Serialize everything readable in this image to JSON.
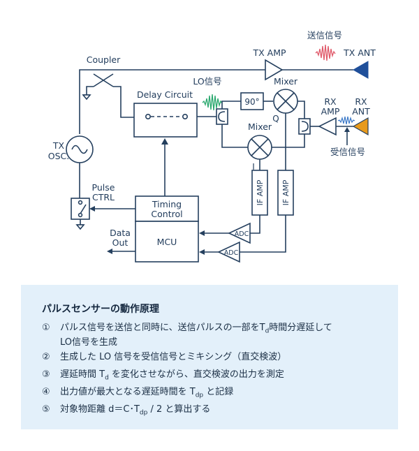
{
  "diagram": {
    "coupler": "Coupler",
    "tx_amp": "TX AMP",
    "tx_ant": "TX ANT",
    "tx_signal": "送信信号",
    "lo_signal": "LO信号",
    "delay_circuit": "Delay Circuit",
    "phase_90": "90°",
    "mixer_q": "Mixer",
    "q_label": "Q",
    "mixer_i": "Mixer",
    "i_label": "I",
    "rx_amp_1": "RX",
    "rx_amp_2": "AMP",
    "rx_ant_1": "RX",
    "rx_ant_2": "ANT",
    "rx_signal": "受信信号",
    "tx_osc_1": "TX",
    "tx_osc_2": "OSC.",
    "pulse_ctrl_1": "Pulse",
    "pulse_ctrl_2": "CTRL",
    "timing_1": "Timing",
    "timing_2": "Control",
    "mcu": "MCU",
    "data_out_1": "Data",
    "data_out_2": "Out",
    "if_amp_i": "IF AMP",
    "if_amp_q": "IF AMP",
    "adc_1": "ADC",
    "adc_2": "ADC"
  },
  "info": {
    "title": "パルスセンサーの動作原理",
    "steps": [
      {
        "num": "①",
        "line1": "パルス信号を送信と同時に、送信パルスの一部をT",
        "sub1": "d",
        "line1b": "時間分遅延して",
        "line2": "LO信号を生成"
      },
      {
        "num": "②",
        "line1": "生成した LO 信号を受信信号とミキシング（直交検波）"
      },
      {
        "num": "③",
        "line1": "遅延時間 T",
        "sub1": "d",
        "line1b": " を変化させながら、直交検波の出力を測定"
      },
      {
        "num": "④",
        "line1": "出力値が最大となる遅延時間を T",
        "sub1": "dp",
        "line1b": " と記録"
      },
      {
        "num": "⑤",
        "line1": "対象物距離  d＝C･T",
        "sub1": "dp",
        "line1b": " / 2  と算出する"
      }
    ]
  },
  "colors": {
    "line": "#243f5e",
    "tx_antenna": "#1f4f9a",
    "rx_antenna": "#e89a1c",
    "tx_wave": "#e05a6a",
    "lo_wave": "#2aa86e",
    "rx_wave": "#3a78c8",
    "panel_bg": "#e3f0fa"
  }
}
